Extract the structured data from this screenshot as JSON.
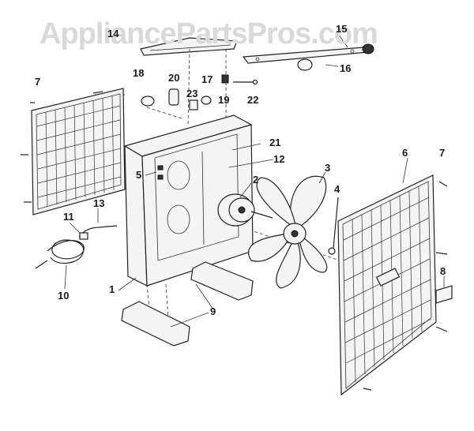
{
  "watermark": "AppliancePartsPros.com",
  "callouts": {
    "c1": "1",
    "c2": "2",
    "c3": "3",
    "c4": "4",
    "c5": "5",
    "c6": "6",
    "c7a": "7",
    "c7b": "7",
    "c8": "8",
    "c9": "9",
    "c10": "10",
    "c11": "11",
    "c12": "12",
    "c13": "13",
    "c14": "14",
    "c15": "15",
    "c16": "16",
    "c17": "17",
    "c18": "18",
    "c19": "19",
    "c20": "20",
    "c21": "21",
    "c22": "22",
    "c23": "23"
  }
}
